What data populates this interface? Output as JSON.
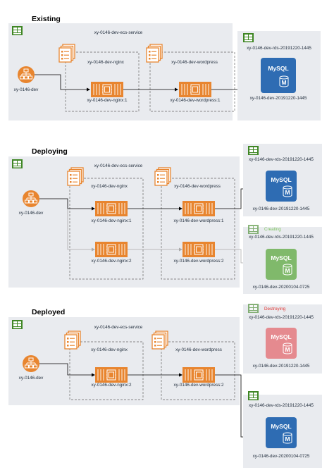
{
  "colors": {
    "panel": "#e9ebef",
    "ecs_orange": "#e8852f",
    "rds_blue": "#2e6cb3",
    "rds_green": "#80b96b",
    "rds_red": "#e58a8f",
    "vpc_green": "#3f8624",
    "destroy_red": "#e0312e",
    "create_green": "#7cc35f"
  },
  "icons": [
    "vpc-icon",
    "task-definition-icon",
    "container-icon",
    "load-balancer-icon",
    "rds-mysql-icon"
  ],
  "sections": {
    "existing": {
      "heading": "Existing",
      "service": "xy-0146-dev-ecs-service",
      "lb": "xy-0146-dev",
      "td_nginx": "xy-0146-dev-nginx",
      "td_wordpress": "xy-0146-dev-wordpress",
      "c_nginx": "xy-0146-dev-nginx:1",
      "c_wordpress": "xy-0146-dev-wordpress:1",
      "db_header": "xy-0146-dev-rds-20191220-1445",
      "db_label": "xy-0146-dev-20191220-1445",
      "mysql": "MySQL",
      "m": "M"
    },
    "deploying": {
      "heading": "Deploying",
      "service": "xy-0146-dev-ecs-service",
      "lb": "xy-0146-dev",
      "td_nginx": "xy-0146-dev-nginx",
      "td_wordpress": "xy-0146-dev-wordpress",
      "c_nginx1": "xy-0146-dev-nginx:1",
      "c_wordpress1": "xy-0146-dev-wordpress:1",
      "c_nginx2": "xy-0146-dev-nginx:2",
      "c_wordpress2": "xy-0146-dev-wordpress:2",
      "db1_header": "xy-0146-dev-rds-20191220-1445",
      "db1_label": "xy-0146-dev-20191220-1445",
      "db2_status": "Creating",
      "db2_header": "xy-0146-dev-rds-20191220-1445",
      "db2_label": "xy-0146-dev-20200104-0725",
      "mysql": "MySQL",
      "m": "M"
    },
    "deployed": {
      "heading": "Deployed",
      "service": "xy-0146-dev-ecs-service",
      "lb": "xy-0146-dev",
      "td_nginx": "xy-0146-dev-nginx",
      "td_wordpress": "xy-0146-dev-wordpress",
      "c_nginx": "xy-0146-dev-nginx:2",
      "c_wordpress": "xy-0146-dev-wordpress:2",
      "db1_status": "Destroying",
      "db1_header": "xy-0146-dev-rds-20191220-1445",
      "db1_label": "xy-0146-dev-20191220-1445",
      "db2_header": "xy-0146-dev-rds-20191220-1445",
      "db2_label": "xy-0146-dev-20200104-0725",
      "mysql": "MySQL",
      "m": "M"
    }
  }
}
